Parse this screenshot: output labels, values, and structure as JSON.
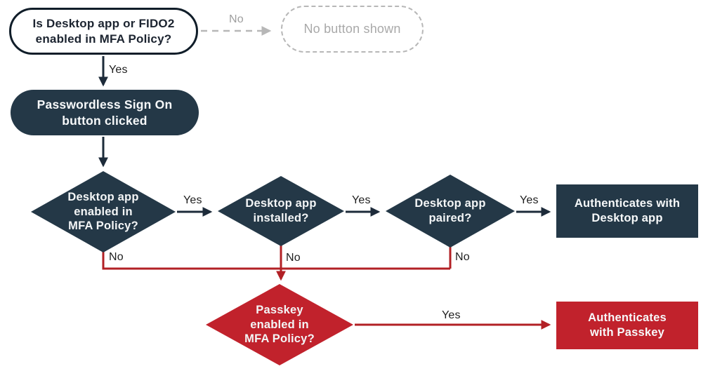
{
  "colors": {
    "dark_navy": "#243847",
    "red_fill": "#c1222c",
    "line_dark": "#1d2b3a",
    "line_red": "#b22025",
    "line_gray": "#b7b7b7",
    "gray_text": "#a9a9a9",
    "label_text": "#1e1e1e",
    "canvas_bg": "#ffffff"
  },
  "nodes": {
    "start": {
      "lines": [
        "Is Desktop app or FIDO2",
        "enabled in MFA Policy?"
      ]
    },
    "no_button": {
      "lines": [
        "No button shown"
      ]
    },
    "passwordless": {
      "lines": [
        "Passwordless Sign On",
        "button clicked"
      ]
    },
    "desktop_enabled": {
      "lines": [
        "Desktop app",
        "enabled in",
        "MFA Policy?"
      ]
    },
    "desktop_installed": {
      "lines": [
        "Desktop app",
        "installed?"
      ]
    },
    "desktop_paired": {
      "lines": [
        "Desktop app",
        "paired?"
      ]
    },
    "auth_desktop": {
      "lines": [
        "Authenticates with",
        "Desktop app"
      ]
    },
    "passkey_enabled": {
      "lines": [
        "Passkey",
        "enabled in",
        "MFA Policy?"
      ]
    },
    "auth_passkey": {
      "lines": [
        "Authenticates",
        "with Passkey"
      ]
    }
  },
  "edge_labels": {
    "start_no": "No",
    "start_yes": "Yes",
    "enabled_yes": "Yes",
    "enabled_no": "No",
    "installed_yes": "Yes",
    "installed_no": "No",
    "paired_yes": "Yes",
    "paired_no": "No",
    "passkey_yes": "Yes"
  }
}
